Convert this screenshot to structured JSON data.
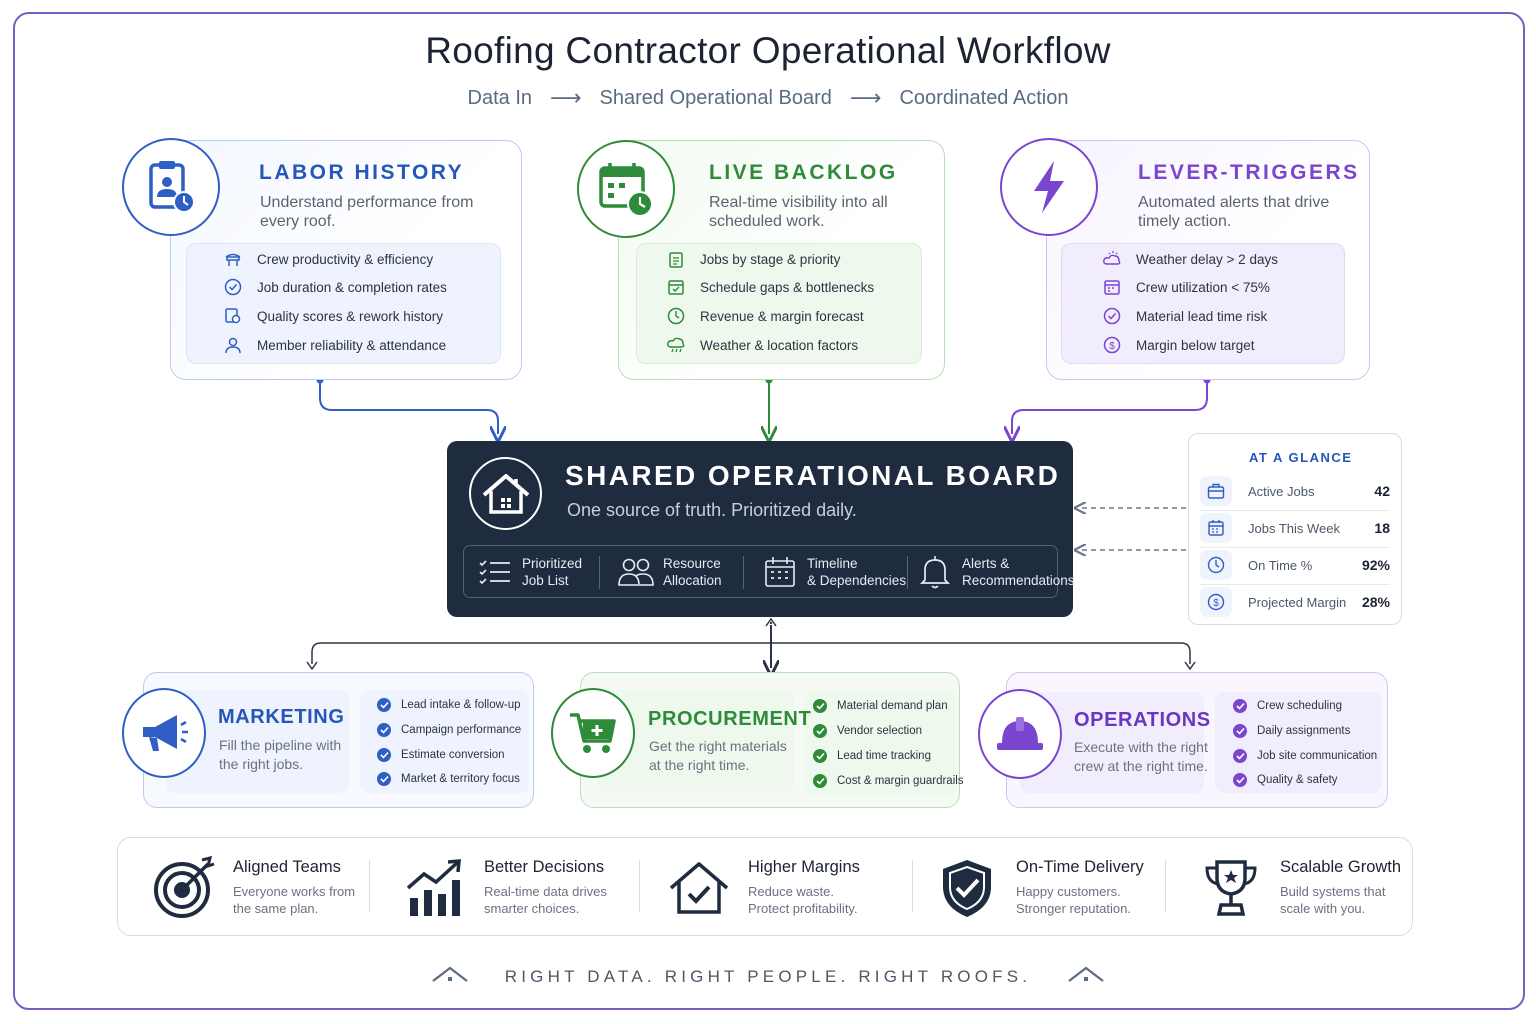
{
  "header": {
    "title": "Roofing Contractor Operational Workflow",
    "flow": [
      "Data In",
      "Shared Operational Board",
      "Coordinated Action"
    ]
  },
  "colors": {
    "blue": "#2f5fc4",
    "green": "#2e8b3a",
    "purple": "#7a45cf",
    "navy": "#1f2b3e",
    "frame": "#7b5cc4"
  },
  "inputs": [
    {
      "title": "LABOR HISTORY",
      "description": "Understand performance from every roof.",
      "icon": "clipboard-user-clock-icon",
      "items": [
        {
          "icon": "crew-icon",
          "label": "Crew productivity & efficiency"
        },
        {
          "icon": "check-circle-icon",
          "label": "Job duration & completion rates"
        },
        {
          "icon": "quality-icon",
          "label": "Quality scores & rework history"
        },
        {
          "icon": "person-icon",
          "label": "Member reliability & attendance"
        }
      ]
    },
    {
      "title": "LIVE BACKLOG",
      "description": "Real-time visibility into all scheduled work.",
      "icon": "calendar-clock-icon",
      "items": [
        {
          "icon": "clipboard-icon",
          "label": "Jobs by stage & priority"
        },
        {
          "icon": "calendar-check-icon",
          "label": "Schedule gaps & bottlenecks"
        },
        {
          "icon": "dollar-icon",
          "label": "Revenue & margin forecast"
        },
        {
          "icon": "cloud-rain-icon",
          "label": "Weather & location factors"
        }
      ]
    },
    {
      "title": "LEVER-TRIGGERS",
      "description": "Automated alerts that drive timely action.",
      "icon": "lightning-icon",
      "items": [
        {
          "icon": "weather-icon",
          "label": "Weather delay > 2 days"
        },
        {
          "icon": "calendar-icon",
          "label": "Crew utilization < 75%"
        },
        {
          "icon": "check-circle-icon",
          "label": "Material lead time risk"
        },
        {
          "icon": "dollar-circle-icon",
          "label": "Margin below target"
        }
      ]
    }
  ],
  "board": {
    "title": "SHARED OPERATIONAL BOARD",
    "subtitle": "One source of truth. Prioritized daily.",
    "icon": "house-icon",
    "features": [
      {
        "icon": "checklist-icon",
        "line1": "Prioritized",
        "line2": "Job List"
      },
      {
        "icon": "people-icon",
        "line1": "Resource",
        "line2": "Allocation"
      },
      {
        "icon": "calendar-icon",
        "line1": "Timeline",
        "line2": "& Dependencies"
      },
      {
        "icon": "bell-icon",
        "line1": "Alerts &",
        "line2": "Recommendations"
      }
    ]
  },
  "glance": {
    "title": "AT A GLANCE",
    "rows": [
      {
        "icon": "briefcase-icon",
        "label": "Active Jobs",
        "value": "42"
      },
      {
        "icon": "calendar-icon",
        "label": "Jobs This Week",
        "value": "18"
      },
      {
        "icon": "clock-icon",
        "label": "On Time %",
        "value": "92%"
      },
      {
        "icon": "dollar-circle-icon",
        "label": "Projected Margin",
        "value": "28%"
      }
    ]
  },
  "departments": [
    {
      "title": "MARKETING",
      "description": "Fill the pipeline with the right jobs.",
      "icon": "megaphone-icon",
      "checks": [
        "Lead intake & follow-up",
        "Campaign performance",
        "Estimate conversion",
        "Market & territory focus"
      ]
    },
    {
      "title": "PROCUREMENT",
      "description": "Get the right materials at the right time.",
      "icon": "cart-icon",
      "checks": [
        "Material demand plan",
        "Vendor selection",
        "Lead time tracking",
        "Cost & margin guardrails"
      ]
    },
    {
      "title": "OPERATIONS",
      "description": "Execute with the right crew at the right time.",
      "icon": "hard-hat-icon",
      "checks": [
        "Crew scheduling",
        "Daily assignments",
        "Job site communication",
        "Quality & safety"
      ]
    }
  ],
  "outcomes": [
    {
      "icon": "target-icon",
      "title": "Aligned Teams",
      "description": "Everyone works from the same plan."
    },
    {
      "icon": "growth-chart-icon",
      "title": "Better Decisions",
      "description": "Real-time data drives smarter choices."
    },
    {
      "icon": "house-check-icon",
      "title": "Higher Margins",
      "description": "Reduce waste. Protect profitability."
    },
    {
      "icon": "shield-check-icon",
      "title": "On-Time Delivery",
      "description": "Happy customers. Stronger reputation."
    },
    {
      "icon": "trophy-icon",
      "title": "Scalable Growth",
      "description": "Build systems that scale with you."
    }
  ],
  "footer": {
    "tagline": "RIGHT DATA. RIGHT PEOPLE. RIGHT ROOFS."
  }
}
